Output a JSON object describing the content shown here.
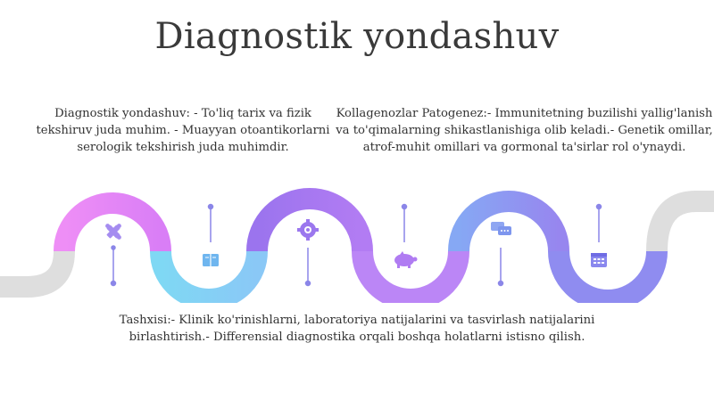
{
  "title": "Diagnostik yondashuv",
  "blocks": {
    "left": "Diagnostik yondashuv: - To'liq tarix va fizik tekshiruv juda muhim. - Muayyan otoantikorlarni serologik tekshirish juda muhimdir.",
    "right": "Kollagenozlar Patogenez:- Immunitetning buzilishi yallig'lanish va to'qimalarning shikastlanishiga olib keladi.- Genetik omillar, atrof-muhit omillari va gormonal ta'sirlar rol o'ynaydi.",
    "bottom": "Tashxisi:- Klinik ko'rinishlarni, laboratoriya natijalarini va tasvirlash natijalarini birlashtirish.- Differensial diagnostika orqali boshqa holatlarni istisno qilish."
  },
  "icons": [
    "puzzle-icon",
    "book-icon",
    "gear-icon",
    "piggy-bank-icon",
    "chat-icon",
    "calendar-icon"
  ],
  "colors": {
    "pink": "#e37cf4",
    "cyan": "#76d3f2",
    "purple": "#a16ff0",
    "blue": "#8c8ff0",
    "gray": "#dedede",
    "icon": "#8b86e8"
  }
}
